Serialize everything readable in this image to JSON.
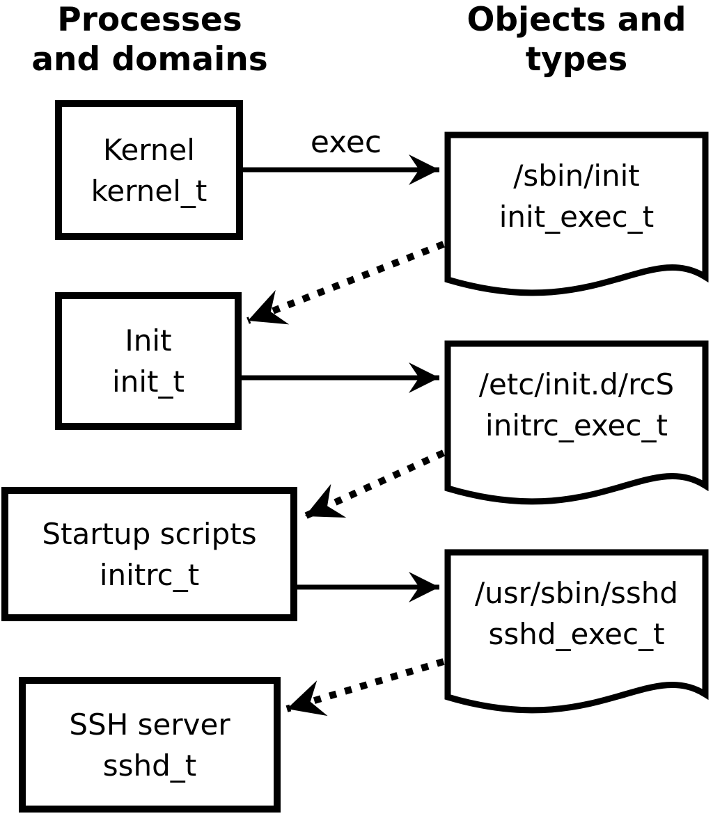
{
  "headers": {
    "left": {
      "line1": "Processes",
      "line2": "and domains"
    },
    "right": {
      "line1": "Objects and",
      "line2": "types"
    }
  },
  "processes": [
    {
      "name": "Kernel",
      "domain": "kernel_t"
    },
    {
      "name": "Init",
      "domain": "init_t"
    },
    {
      "name": "Startup scripts",
      "domain": "initrc_t"
    },
    {
      "name": "SSH server",
      "domain": "sshd_t"
    }
  ],
  "objects": [
    {
      "path": "/sbin/init",
      "type": "init_exec_t"
    },
    {
      "path": "/etc/init.d/rcS",
      "type": "initrc_exec_t"
    },
    {
      "path": "/usr/sbin/sshd",
      "type": "sshd_exec_t"
    }
  ],
  "arrows": {
    "exec_label": "exec",
    "solid": [
      {
        "from": "Kernel kernel_t",
        "to": "/sbin/init init_exec_t"
      },
      {
        "from": "Init init_t",
        "to": "/etc/init.d/rcS initrc_exec_t"
      },
      {
        "from": "Startup scripts initrc_t",
        "to": "/usr/sbin/sshd sshd_exec_t"
      }
    ],
    "dotted": [
      {
        "from": "/sbin/init init_exec_t",
        "to": "Init init_t"
      },
      {
        "from": "/etc/init.d/rcS initrc_exec_t",
        "to": "Startup scripts initrc_t"
      },
      {
        "from": "/usr/sbin/sshd sshd_exec_t",
        "to": "SSH server sshd_t"
      }
    ]
  },
  "colors": {
    "ink": "#000000",
    "background": "#ffffff"
  }
}
